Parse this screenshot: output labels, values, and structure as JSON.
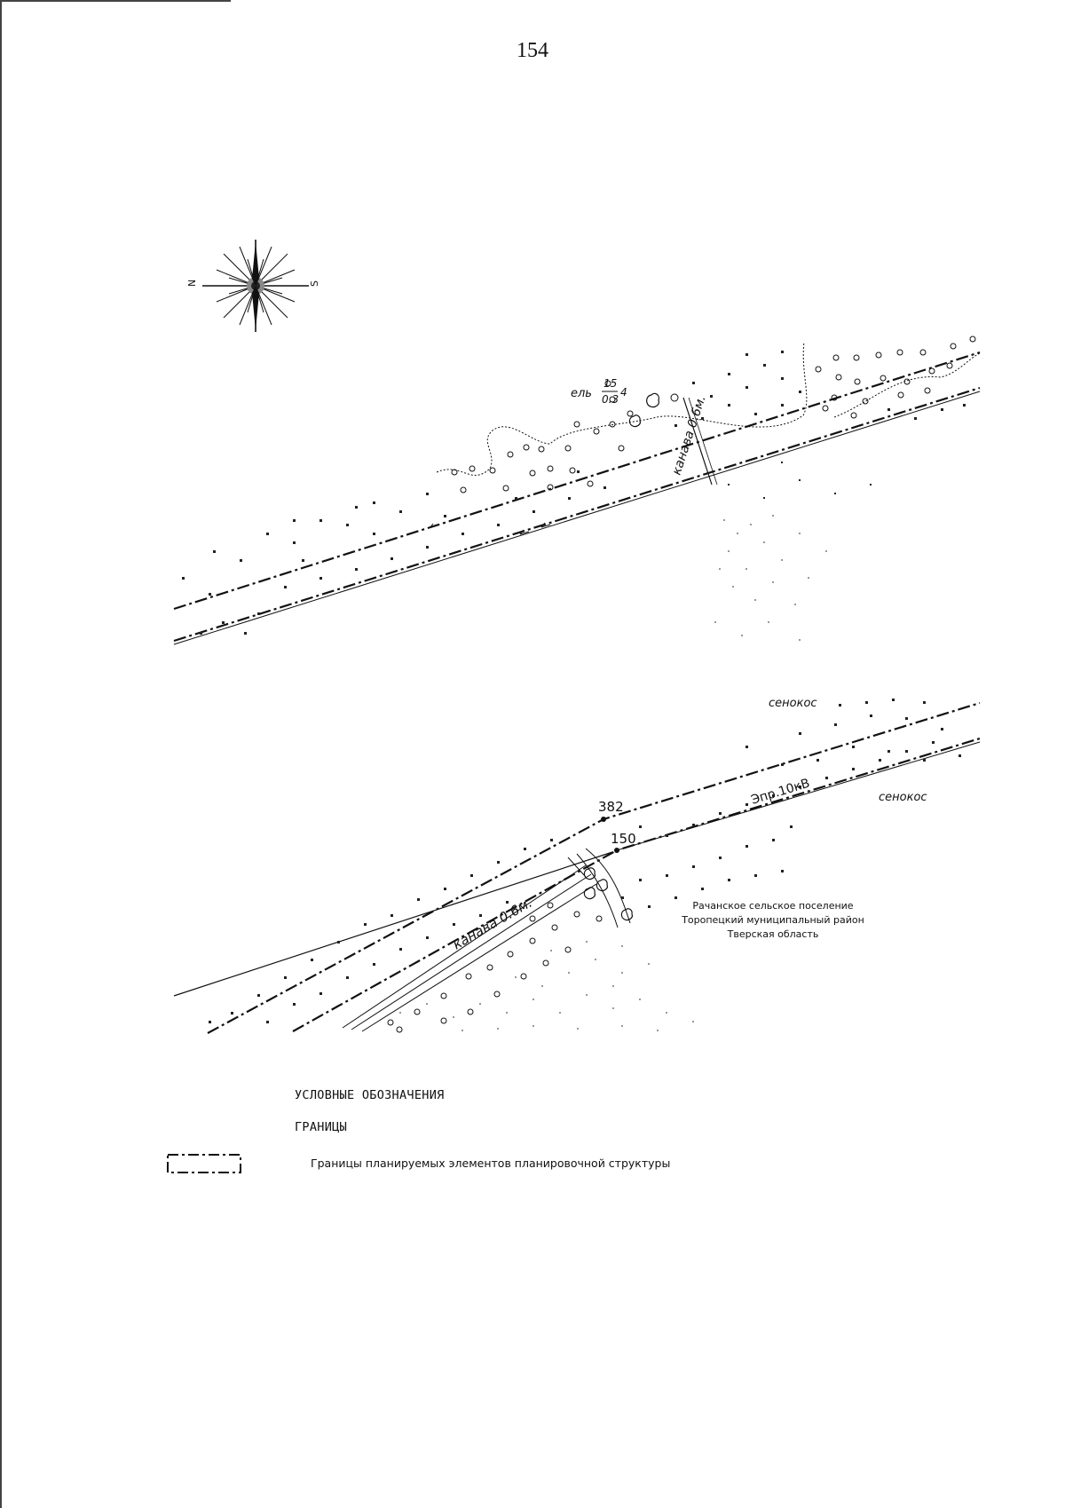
{
  "page": {
    "number": "154"
  },
  "compass": {
    "north_letter": "N",
    "south_letter": "S"
  },
  "map": {
    "labels": {
      "tree_species": "ель",
      "tree_height": "15",
      "tree_diameter": "0.3",
      "tree_spacing": "4",
      "ditch_upper": "канава 0.6м.",
      "ditch_lower": "канава 0.6м.",
      "hay_upper": "сенокос",
      "hay_right": "сенокос",
      "powerline": "Эпр.10кВ",
      "point_382": "382",
      "point_150": "150"
    },
    "admin_area": {
      "line1": "Рачанское сельское поселение",
      "line2": "Торопецкий муниципальный район",
      "line3": "Тверская область"
    }
  },
  "legend": {
    "title": "УСЛОВНЫЕ ОБОЗНАЧЕНИЯ",
    "section": "ГРАНИЦЫ",
    "items": [
      {
        "text": "Границы планируемых элементов планировочной структуры"
      }
    ]
  }
}
